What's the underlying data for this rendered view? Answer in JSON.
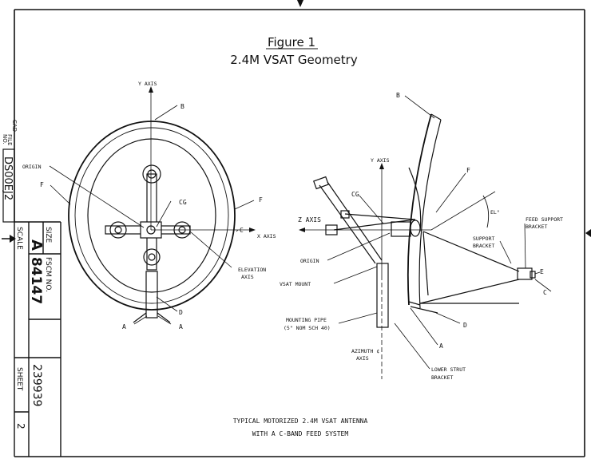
{
  "figure": {
    "heading": "Figure 1",
    "title": "2.4M VSAT Geometry",
    "caption_line1": "TYPICAL MOTORIZED 2.4M VSAT ANTENNA",
    "caption_line2": "WITH A C-BAND FEED SYSTEM"
  },
  "front_view": {
    "y_axis": "Y AXIS",
    "x_axis": "X AXIS",
    "origin": "ORIGIN",
    "cg": "CG",
    "b": "B",
    "f_left": "F",
    "f_right": "F",
    "c": "C",
    "d": "D",
    "a_left": "A",
    "a_right": "A",
    "elevation_1": "ELEVATION",
    "elevation_2": "AXIS"
  },
  "side_view": {
    "b": "B",
    "y_axis": "Y AXIS",
    "f": "F",
    "cg": "CG",
    "el": "EL°",
    "z_axis": "Z AXIS",
    "feed_support_1": "FEED SUPPORT",
    "feed_support_2": "BRACKET",
    "support_1": "SUPPORT",
    "support_2": "BRACKET",
    "e": "E",
    "c": "C",
    "origin": "ORIGIN",
    "vsat_mount": "VSAT MOUNT",
    "d": "D",
    "mounting_pipe_1": "MOUNTING PIPE",
    "mounting_pipe_2": "(5\" NOM SCH 40)",
    "a": "A",
    "azimuth_1": "AZIMUTH ¢",
    "azimuth_2": "AXIS",
    "lower_strut_1": "LOWER STRUT",
    "lower_strut_2": "BRACKET"
  },
  "title_block": {
    "file_1": "FILE",
    "file_2": "NO.",
    "cad": "CAD",
    "file_number": "DS00EJ2",
    "size_label": "SIZE",
    "size_value": "A",
    "fscm_label": "FSCM NO.",
    "fscm_value": "84147",
    "drawing_number": "239939",
    "scale_label": "SCALE",
    "sheet_label": "SHEET",
    "sheet_value": "2"
  }
}
